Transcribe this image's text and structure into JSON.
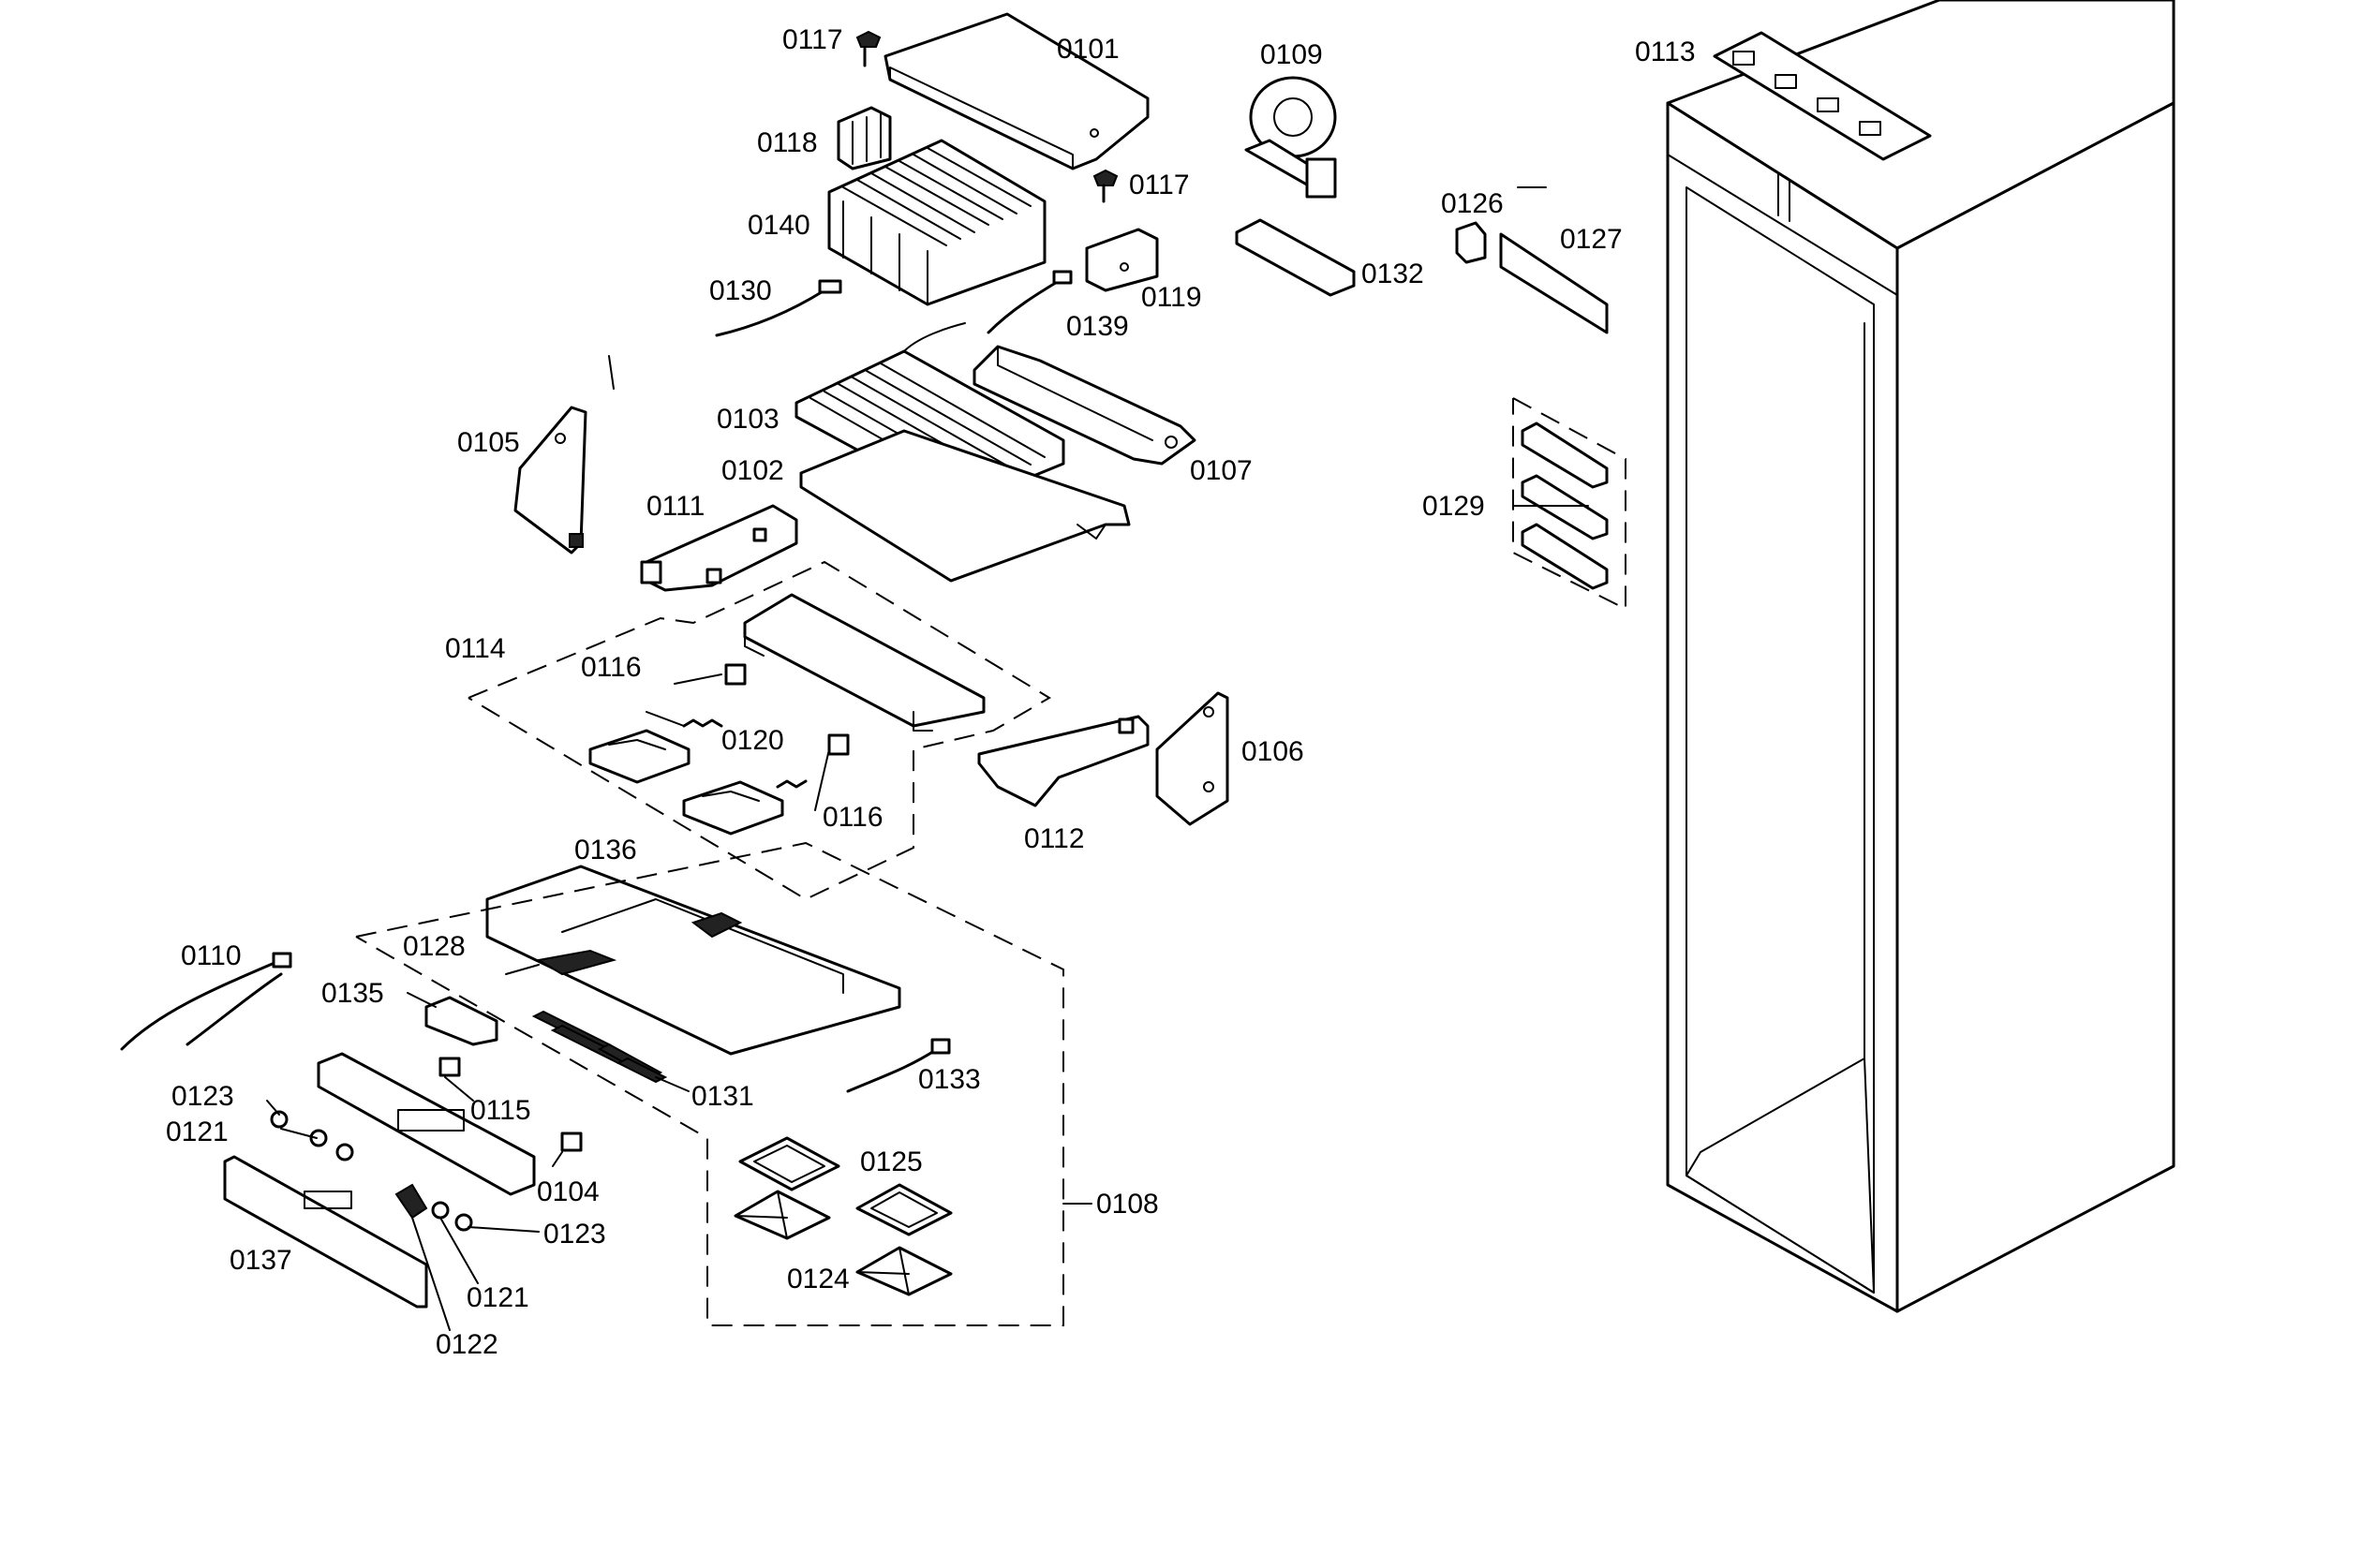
{
  "callouts": [
    {
      "id": "c0101",
      "text": "0101"
    },
    {
      "id": "c0117a",
      "text": "0117"
    },
    {
      "id": "c0117b",
      "text": "0117"
    },
    {
      "id": "c0118",
      "text": "0118"
    },
    {
      "id": "c0140",
      "text": "0140"
    },
    {
      "id": "c0119",
      "text": "0119"
    },
    {
      "id": "c0130",
      "text": "0130"
    },
    {
      "id": "c0139",
      "text": "0139"
    },
    {
      "id": "c0109",
      "text": "0109"
    },
    {
      "id": "c0132",
      "text": "0132"
    },
    {
      "id": "c0113",
      "text": "0113"
    },
    {
      "id": "c0126",
      "text": "0126"
    },
    {
      "id": "c0127",
      "text": "0127"
    },
    {
      "id": "c0129",
      "text": "0129"
    },
    {
      "id": "c0105",
      "text": "0105"
    },
    {
      "id": "c0103",
      "text": "0103"
    },
    {
      "id": "c0102",
      "text": "0102"
    },
    {
      "id": "c0107",
      "text": "0107"
    },
    {
      "id": "c0111",
      "text": "0111"
    },
    {
      "id": "c0114",
      "text": "0114"
    },
    {
      "id": "c0116a",
      "text": "0116"
    },
    {
      "id": "c0116b",
      "text": "0116"
    },
    {
      "id": "c0120",
      "text": "0120"
    },
    {
      "id": "c0106",
      "text": "0106"
    },
    {
      "id": "c0112",
      "text": "0112"
    },
    {
      "id": "c0136",
      "text": "0136"
    },
    {
      "id": "c0110",
      "text": "0110"
    },
    {
      "id": "c0128",
      "text": "0128"
    },
    {
      "id": "c0135",
      "text": "0135"
    },
    {
      "id": "c0131",
      "text": "0131"
    },
    {
      "id": "c0133",
      "text": "0133"
    },
    {
      "id": "c0115",
      "text": "0115"
    },
    {
      "id": "c0123a",
      "text": "0123"
    },
    {
      "id": "c0123b",
      "text": "0123"
    },
    {
      "id": "c0121a",
      "text": "0121"
    },
    {
      "id": "c0121b",
      "text": "0121"
    },
    {
      "id": "c0104",
      "text": "0104"
    },
    {
      "id": "c0125",
      "text": "0125"
    },
    {
      "id": "c0108",
      "text": "0108"
    },
    {
      "id": "c0124",
      "text": "0124"
    },
    {
      "id": "c0137",
      "text": "0137"
    },
    {
      "id": "c0122",
      "text": "0122"
    }
  ]
}
